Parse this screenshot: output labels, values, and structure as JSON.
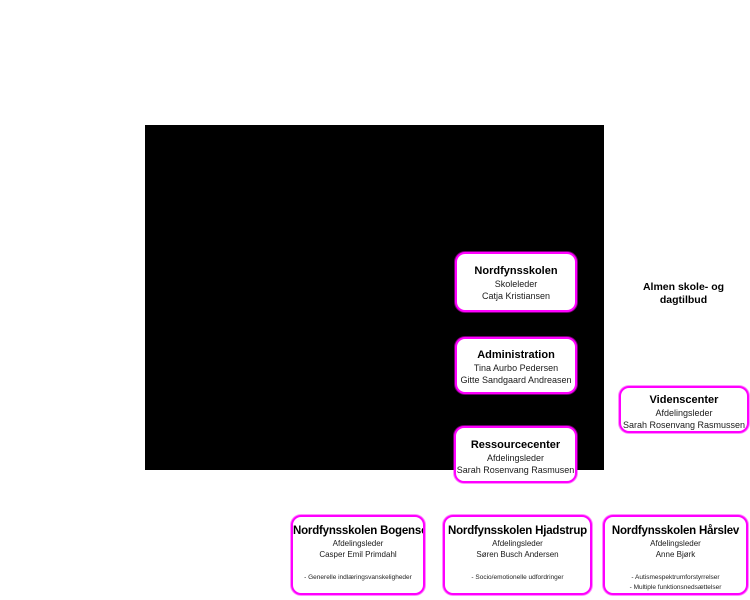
{
  "colors": {
    "page_background": "#ffffff",
    "panel_background": "#000000",
    "node_background": "#ffffff",
    "node_border": "#ff00ff",
    "text": "#000000"
  },
  "nodes": {
    "root": {
      "title": "Nordfynsskolen",
      "line1": "Skoleleder",
      "line2": "Catja Kristiansen"
    },
    "almen": {
      "title": "Almen skole- og dagtilbud"
    },
    "administration": {
      "title": "Administration",
      "line1": "Tina Aurbo Pedersen",
      "line2": "Gitte Sandgaard Andreasen"
    },
    "videnscenter": {
      "title": "Videnscenter",
      "line1": "Afdelingsleder",
      "line2": "Sarah Rosenvang Rasmussen"
    },
    "ressourcecenter": {
      "title": "Ressourcecenter",
      "line1": "Afdelingsleder",
      "line2": "Sarah Rosenvang Rasmusen"
    },
    "bogense": {
      "title": "Nordfynsskolen Bogense",
      "line1": "Afdelingsleder",
      "line2": "Casper Emil Primdahl",
      "bullet1": "- Generelle indlæringsvanskeligheder"
    },
    "hjadstrup": {
      "title": "Nordfynsskolen Hjadstrup",
      "line1": "Afdelingsleder",
      "line2": "Søren Busch Andersen",
      "bullet1": "- Socio/emotionelle udfordringer"
    },
    "haarslev": {
      "title": "Nordfynsskolen Hårslev",
      "line1": "Afdelingsleder",
      "line2": "Anne Bjørk",
      "bullet1": "- Autismespektrumforstyrrelser",
      "bullet2": "- Multiple funktionsnedsættelser"
    }
  }
}
